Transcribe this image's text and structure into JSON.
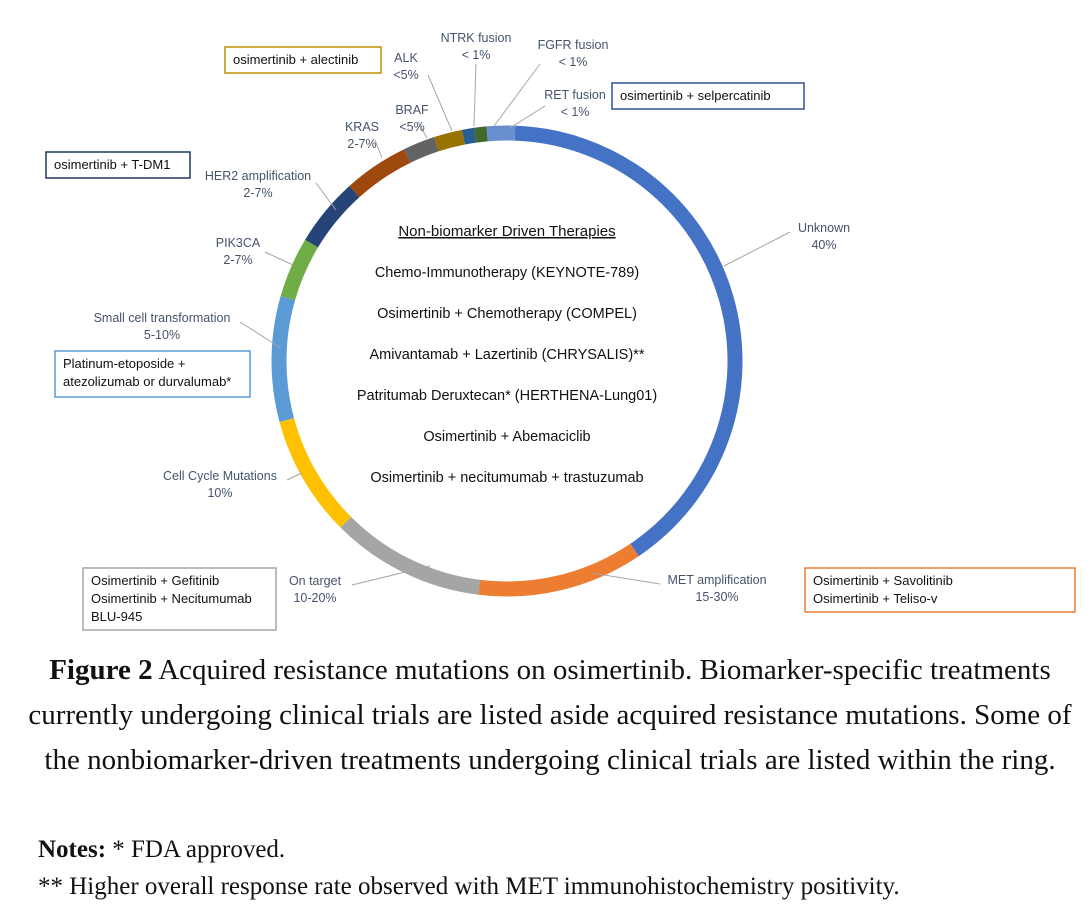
{
  "chart_data": {
    "type": "pie",
    "style": "donut",
    "slices": [
      {
        "label": "Unknown",
        "value_text": "40%",
        "color": "#4472c4"
      },
      {
        "label": "MET amplification",
        "value_text": "15-30%",
        "color": "#ed7d31"
      },
      {
        "label": "On target",
        "value_text": "10-20%",
        "color": "#a5a5a5"
      },
      {
        "label": "Cell Cycle Mutations",
        "value_text": "10%",
        "color": "#ffc000"
      },
      {
        "label": "Small cell transformation",
        "value_text": "5-10%",
        "color": "#5b9bd5"
      },
      {
        "label": "PIK3CA",
        "value_text": "2-7%",
        "color": "#70ad47"
      },
      {
        "label": "HER2 amplification",
        "value_text": "2-7%",
        "color": "#264478"
      },
      {
        "label": "KRAS",
        "value_text": "2-7%",
        "color": "#9e480e"
      },
      {
        "label": "BRAF",
        "value_text": "<5%",
        "color": "#636363"
      },
      {
        "label": "ALK",
        "value_text": "<5%",
        "color": "#997300"
      },
      {
        "label": "NTRK fusion",
        "value_text": "< 1%",
        "color": "#255e91"
      },
      {
        "label": "FGFR fusion",
        "value_text": "< 1%",
        "color": "#43682b"
      },
      {
        "label": "RET fusion",
        "value_text": "< 1%",
        "color": "#698ed0"
      }
    ],
    "center": {
      "title": "Non-biomarker Driven Therapies",
      "items": [
        "Chemo-Immunotherapy (KEYNOTE-789)",
        "Osimertinib + Chemotherapy (COMPEL)",
        "Amivantamab + Lazertinib (CHRYSALIS)**",
        "Patritumab Deruxtecan* (HERTHENA-Lung01)",
        "Osimertinib + Abemaciclib",
        "Osimertinib + necitumumab + trastuzumab"
      ]
    },
    "treatment_boxes": [
      {
        "target": "ALK",
        "lines": [
          "osimertinib + alectinib"
        ],
        "color": "#bf9000"
      },
      {
        "target": "RET fusion",
        "lines": [
          "osimertinib + selpercatinib"
        ],
        "color": "#2f5597"
      },
      {
        "target": "HER2 amplification",
        "lines": [
          "osimertinib + T-DM1"
        ],
        "color": "#1f3864"
      },
      {
        "target": "Small cell transformation",
        "lines": [
          "Platinum-etoposide +",
          "atezolizumab or durvalumab*"
        ],
        "color": "#5b9bd5"
      },
      {
        "target": "On target",
        "lines": [
          "Osimertinib + Gefitinib",
          "Osimertinib + Necitumumab",
          "BLU-945"
        ],
        "color": "#a5a5a5"
      },
      {
        "target": "MET amplification",
        "lines": [
          "Osimertinib + Savolitinib",
          "Osimertinib  + Teliso-v"
        ],
        "color": "#ed7d31"
      }
    ]
  },
  "caption": {
    "figure_label": "Figure 2",
    "text": " Acquired resistance mutations on osimertinib. Biomarker-specific treatments currently undergoing clinical trials are listed aside acquired resistance mutations. Some of the nonbiomarker-driven treatments undergoing clinical trials are listed within the ring."
  },
  "notes": {
    "label": "Notes:",
    "line1": " * FDA approved.",
    "line2": "** Higher overall response rate observed with MET immunohistochemistry positivity."
  }
}
